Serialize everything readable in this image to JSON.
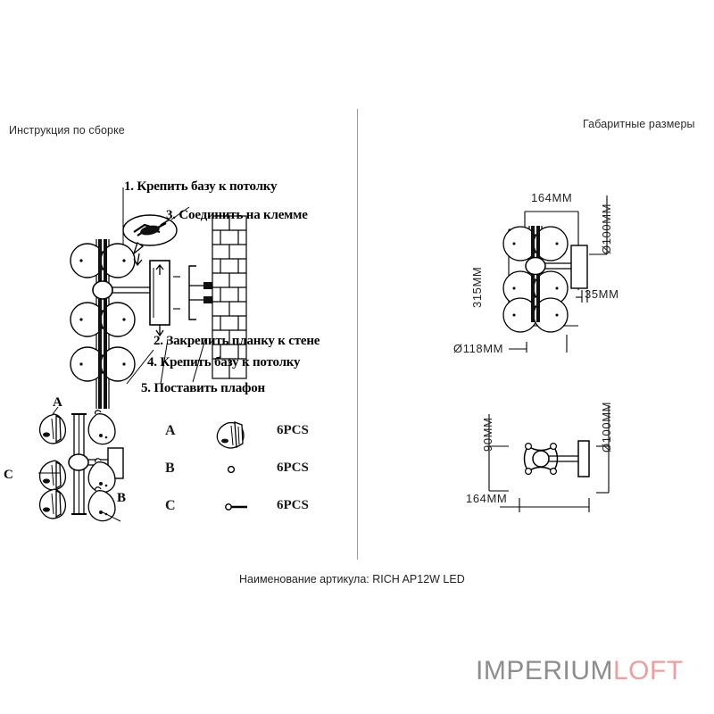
{
  "page": {
    "background": "#ffffff"
  },
  "headers": {
    "left": "Инструкция по сборке",
    "right": "Габаритные размеры"
  },
  "steps": [
    {
      "id": "step1",
      "text": "1. Крепить базу к потолку"
    },
    {
      "id": "step3",
      "text": "3. Соединить на клемме"
    },
    {
      "id": "step2",
      "text": "2. Закрепить планку к стене"
    },
    {
      "id": "step4",
      "text": "4. Крепить базу к потолку"
    },
    {
      "id": "step5",
      "text": "5. Поставить плафон"
    }
  ],
  "parts_list": {
    "rows": [
      {
        "code": "A",
        "icon": "lamp-shade-icon",
        "qty": "6PCS"
      },
      {
        "code": "B",
        "icon": "washer-ring-icon",
        "qty": "6PCS"
      },
      {
        "code": "C",
        "icon": "screw-pin-icon",
        "qty": "6PCS"
      }
    ]
  },
  "exploded_callouts": [
    {
      "id": "cl-A",
      "label": "A"
    },
    {
      "id": "cl-C",
      "label": "C"
    },
    {
      "id": "cl-B",
      "label": "B"
    }
  ],
  "dimensions": {
    "front_view": {
      "width": "164MM",
      "height": "315MM",
      "shade_diameter": "Ø100MM",
      "plate_depth": "35MM",
      "base_diameter": "Ø118MM"
    },
    "top_view": {
      "depth": "90MM",
      "diameter": "Ø100MM",
      "width": "164MM"
    }
  },
  "article": {
    "text": "Наименование артикула: RICH AP12W LED",
    "label": "Наименование артикула:",
    "value": "RICH AP12W LED"
  },
  "logo": {
    "part1": "IMPERIUM",
    "part2": "LOFT",
    "color1": "#8d8d8d",
    "color2": "#ef9e9c"
  }
}
